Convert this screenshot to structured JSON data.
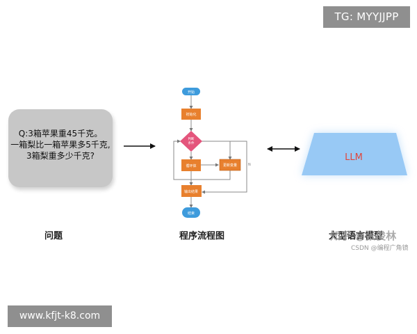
{
  "badge": {
    "text": "TG: MYYJJPP"
  },
  "question": {
    "lines": [
      "Q:3箱苹果重45千克。",
      "一箱梨比一箱苹果多5千克,",
      "3箱梨重多少千克?"
    ]
  },
  "captions": {
    "question": "问题",
    "flowchart": "程序流程图",
    "llm": "大型语言模型"
  },
  "llm_label": "LLM",
  "flowchart": {
    "start": "开始",
    "init": "初始化",
    "decision": [
      "判断",
      "条件"
    ],
    "process_a": "循环体",
    "process_b": "更新变量",
    "output": "输出结果",
    "end": "结束",
    "edge_label": "N"
  },
  "watermark": {
    "main": "知乎 @张俊林",
    "sub": "CSDN @编程广角镜"
  },
  "site": {
    "url": "www.kfjt-k8.com"
  },
  "colors": {
    "terminal": "#3e9bdc",
    "process": "#e8802e",
    "decision": "#e4557c",
    "llm_fill": "#98c9f5"
  }
}
